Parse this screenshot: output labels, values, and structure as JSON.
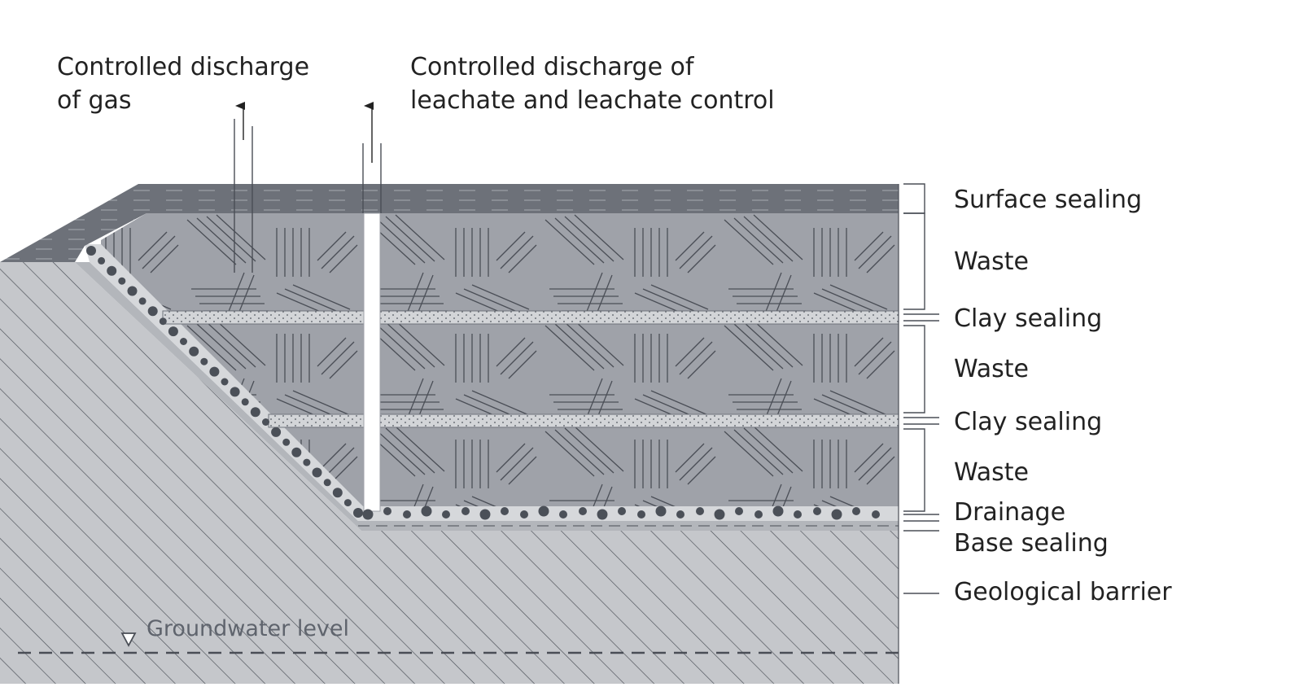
{
  "title_labels": {
    "gas": {
      "line1": "Controlled discharge",
      "line2": "of gas"
    },
    "leachate": {
      "line1": "Controlled discharge of",
      "line2": "leachate and leachate control"
    }
  },
  "layers": [
    {
      "id": "surface-sealing",
      "label": "Surface sealing"
    },
    {
      "id": "waste-1",
      "label": "Waste"
    },
    {
      "id": "clay-sealing-1",
      "label": "Clay sealing"
    },
    {
      "id": "waste-2",
      "label": "Waste"
    },
    {
      "id": "clay-sealing-2",
      "label": "Clay sealing"
    },
    {
      "id": "waste-3",
      "label": "Waste"
    },
    {
      "id": "drainage",
      "label": "Drainage"
    },
    {
      "id": "base-sealing",
      "label": "Base sealing"
    },
    {
      "id": "geological-barrier",
      "label": "Geological barrier"
    }
  ],
  "groundwater": {
    "label": "Groundwater level"
  },
  "colors": {
    "soil": "#c5c7cb",
    "waste": "#9fa2a9",
    "cap": "#6d7179",
    "clay": "#d0d2d5",
    "lines": "#4a4e56"
  }
}
